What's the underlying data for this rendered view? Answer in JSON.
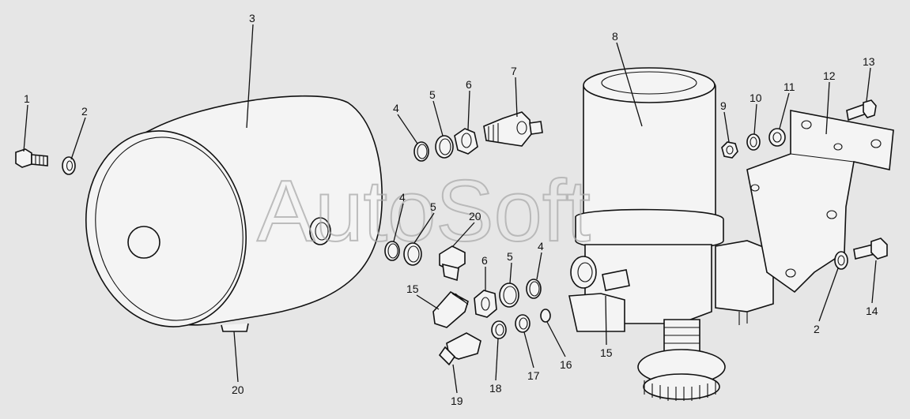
{
  "watermark": "AutoSoft",
  "callouts": [
    {
      "label": "1"
    },
    {
      "label": "2"
    },
    {
      "label": "3"
    },
    {
      "label": "4"
    },
    {
      "label": "5"
    },
    {
      "label": "6"
    },
    {
      "label": "7"
    },
    {
      "label": "8"
    },
    {
      "label": "9"
    },
    {
      "label": "10"
    },
    {
      "label": "11"
    },
    {
      "label": "12"
    },
    {
      "label": "13"
    },
    {
      "label": "4"
    },
    {
      "label": "5"
    },
    {
      "label": "20"
    },
    {
      "label": "6"
    },
    {
      "label": "5"
    },
    {
      "label": "4"
    },
    {
      "label": "15"
    },
    {
      "label": "2"
    },
    {
      "label": "14"
    },
    {
      "label": "15"
    },
    {
      "label": "16"
    },
    {
      "label": "17"
    },
    {
      "label": "18"
    },
    {
      "label": "19"
    },
    {
      "label": "20"
    }
  ],
  "colors": {
    "background": "#e6e6e6",
    "line": "#111111",
    "watermark": "#aaaaaa"
  }
}
